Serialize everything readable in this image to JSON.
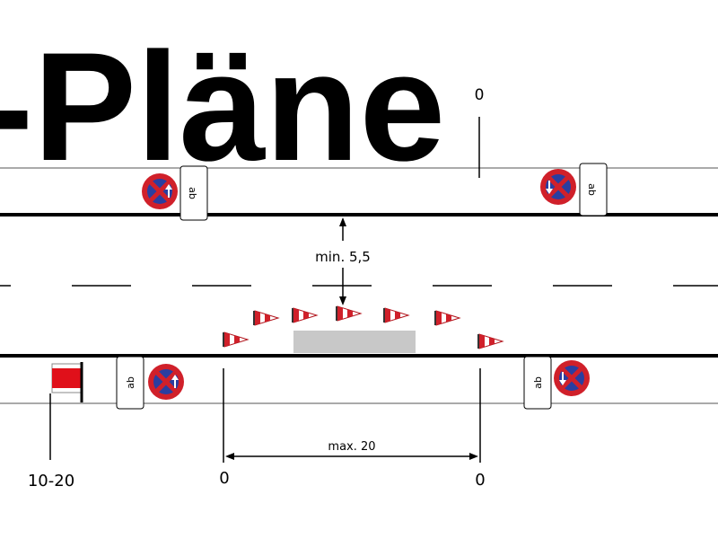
{
  "title": "-Pläne",
  "labels": {
    "top_zero": "0",
    "min_distance": "min. 5,5",
    "max_distance": "max. 20",
    "left_zero": "0",
    "right_zero": "0",
    "barrier_distance": "10-20"
  },
  "plates": [
    "ab",
    "ab",
    "ab",
    "ab"
  ],
  "colors": {
    "sign_red": "#d0202a",
    "sign_blue": "#2a3ea0",
    "cone_red": "#d0202a",
    "barrier_red": "#e0101a"
  }
}
